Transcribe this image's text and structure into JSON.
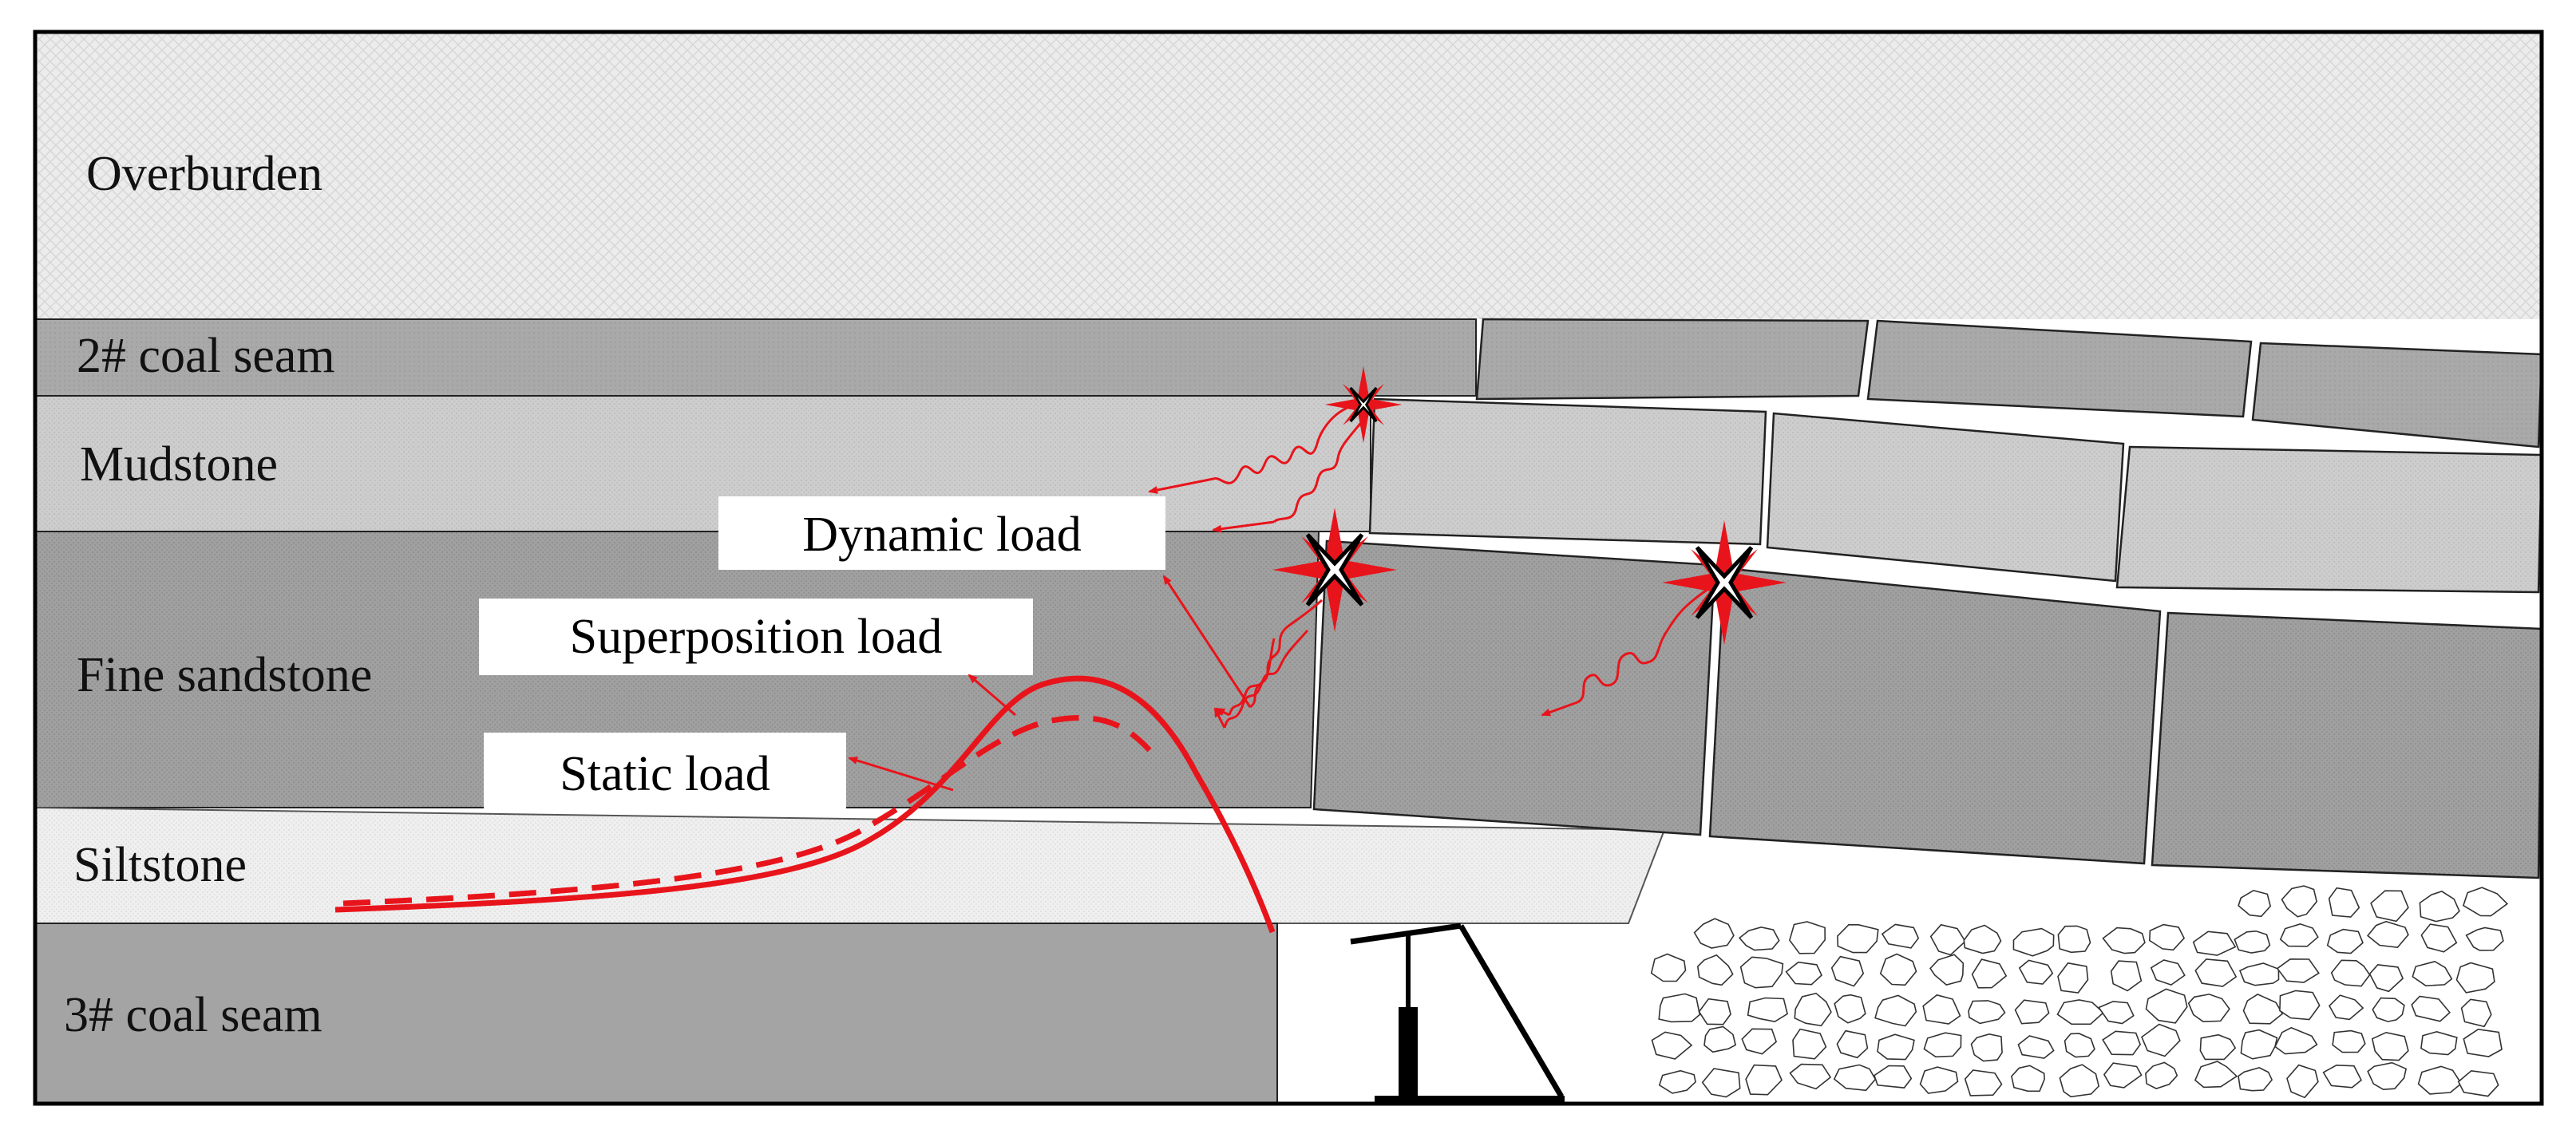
{
  "layers": {
    "overburden": "Overburden",
    "coal_seam_2": "2# coal seam",
    "mudstone": "Mudstone",
    "fine_sandstone": "Fine sandstone",
    "siltstone": "Siltstone",
    "coal_seam_3": "3# coal seam"
  },
  "callouts": {
    "dynamic_load": "Dynamic load",
    "superposition_load": "Superposition load",
    "static_load": "Static load"
  },
  "colors": {
    "load_red": "#e8141b",
    "overburden": "#ececec",
    "coal_seam_2": "#a9a9a9",
    "mudstone": "#cdcdcd",
    "fine_sandstone": "#a0a0a0",
    "siltstone": "#efefef",
    "coal_seam_3": "#a4a4a4"
  },
  "icons": {
    "fracture": "fracture-star-icon",
    "support": "hydraulic-support-icon",
    "gob": "caved-rubble"
  }
}
